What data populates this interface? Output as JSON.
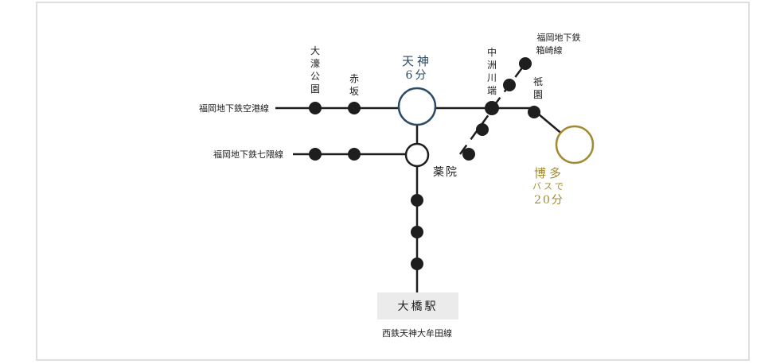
{
  "lines": {
    "kuko": "福岡地下鉄空港線",
    "nanakuma": "福岡地下鉄七隈線",
    "hakozaki": [
      "福岡地下鉄",
      "箱崎線"
    ],
    "tenjin_omuta": "西鉄天神大牟田線"
  },
  "stations": {
    "ohori": [
      "大",
      "濠",
      "公",
      "園"
    ],
    "akasaka": [
      "赤",
      "坂"
    ],
    "tenjin": "天神",
    "nakasu": [
      "中",
      "洲",
      "川",
      "端"
    ],
    "gion": [
      "祇",
      "園"
    ],
    "yakuin": "薬院",
    "hakata": "博多",
    "ohashi": "大橋駅"
  },
  "times": {
    "tenjin": "6分",
    "hakata_mode": "バスで",
    "hakata": "20分"
  },
  "colors": {
    "tenjin": "#2b4a66",
    "hakata": "#a08a32",
    "line": "#1e1e1e",
    "dot": "#1e1e1e",
    "box": "#ebebeb"
  }
}
